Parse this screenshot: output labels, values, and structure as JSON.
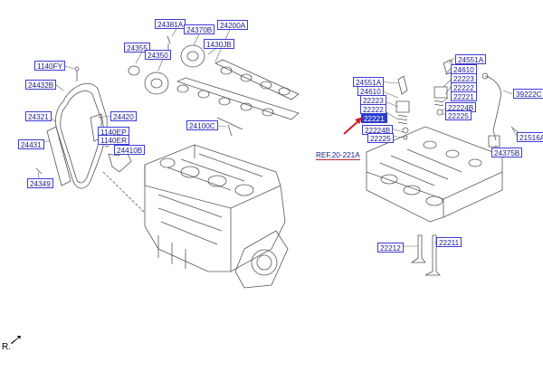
{
  "labels": {
    "p24381A": "24381A",
    "p24370B": "24370B",
    "p24200A": "24200A",
    "p1430JB": "1430JB",
    "p24355": "24355",
    "p24350": "24350",
    "p1140FY": "1140FY",
    "p24432B": "24432B",
    "p24321": "24321",
    "p24420": "24420",
    "p1140EP": "1140EP",
    "p1140ER": "1140ER",
    "p24410B": "24410B",
    "p24431": "24431",
    "p24349": "24349",
    "p24100C": "24100C",
    "p24551A_l": "24551A",
    "p24610_l": "24610",
    "p22223_l": "22223",
    "p22222_l": "22222",
    "p22221_l": "22221",
    "p22224B_l": "22224B",
    "p22225_l": "22225",
    "p24551A_r": "24551A",
    "p24610_r": "24610",
    "p22223_r": "22223",
    "p22222_r": "22222",
    "p22221_r": "22221",
    "p22224B_r": "22224B",
    "p22225_r": "22225",
    "p39222C": "39222C",
    "p21516A": "21516A",
    "p24375B": "24375B",
    "ref": "REF.20-221A",
    "p22212": "22212",
    "p22211": "22211"
  },
  "colors": {
    "label_border": "#3b3bd8",
    "label_text": "#1a1a8c",
    "highlight_fill": "#2b3cc9",
    "pointer_arrow": "#d0202a",
    "line_art": "#555555"
  },
  "footer": {
    "text": "R."
  }
}
